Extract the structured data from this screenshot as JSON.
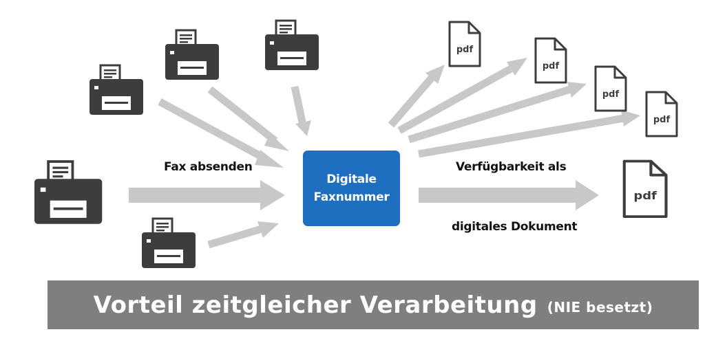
{
  "hub": {
    "line1": "Digitale",
    "line2": "Faxnummer"
  },
  "labels": {
    "send": "Fax absenden",
    "availability_line1": "Verfügbarkeit als",
    "availability_line2": "digitales Dokument"
  },
  "banner": {
    "main": "Vorteil zeitgleicher Verarbeitung",
    "sub": "(NIE besetzt)"
  },
  "pdf_label": "pdf",
  "icons": {
    "printer": "printer-icon",
    "document": "pdf-document-icon"
  },
  "colors": {
    "hub": "#1e6fbf",
    "arrow": "#c8c8c8",
    "icon": "#3d3d3d",
    "banner": "#7f7f7f",
    "text": "#111111"
  }
}
